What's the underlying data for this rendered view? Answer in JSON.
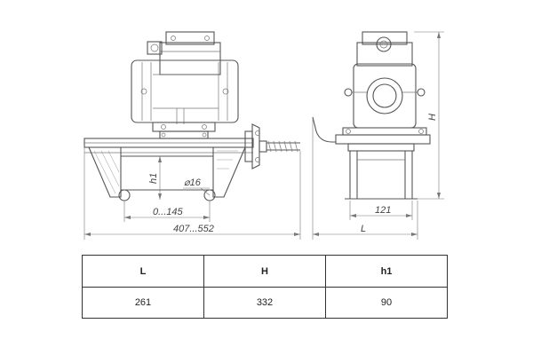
{
  "drawing": {
    "dimensions": {
      "h1": "h1",
      "diameter": "⌀16",
      "offset": "0...145",
      "overall_length": "407...552",
      "height": "H",
      "base_width": "121",
      "length": "L"
    }
  },
  "table": {
    "headers": [
      "L",
      "H",
      "h1"
    ],
    "rows": [
      [
        "261",
        "332",
        "90"
      ]
    ]
  }
}
